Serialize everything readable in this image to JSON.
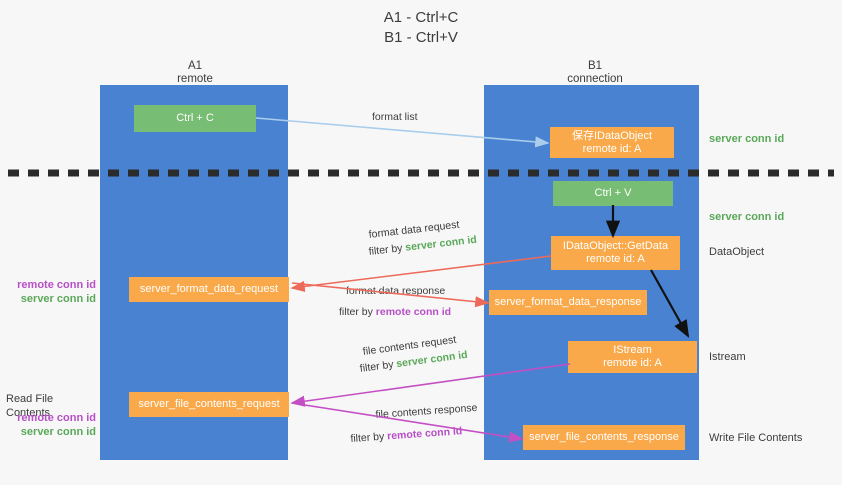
{
  "title": {
    "line1": "A1 - Ctrl+C",
    "line2": "B1 - Ctrl+V"
  },
  "lanes": [
    {
      "id": "a1",
      "name": "A1",
      "role": "remote"
    },
    {
      "id": "b1",
      "name": "B1",
      "role": "connection"
    }
  ],
  "colors": {
    "lane": "#4a82d2",
    "box_orange": "#f9a94a",
    "box_green": "#77bd73",
    "green_text": "#5aa85a",
    "purple_text": "#b84fc8",
    "arrow_blue": "#a9cdeb",
    "arrow_red": "#ed6a5a",
    "arrow_magenta": "#c44fc4",
    "arrow_black": "#000000",
    "divider": "#2b2b2b",
    "background": "#f7f7f7"
  },
  "boxes": {
    "ctrl_c": {
      "label": "Ctrl + C",
      "kind": "green"
    },
    "save_idataobject": {
      "line1": "保存IDataObject",
      "line2": "remote id: A",
      "kind": "orange"
    },
    "ctrl_v": {
      "label": "Ctrl + V",
      "kind": "green"
    },
    "getdata": {
      "line1": "IDataObject::GetData",
      "line2": "remote id: A",
      "kind": "orange"
    },
    "server_format_data_request": {
      "label": "server_format_data_request",
      "kind": "orange"
    },
    "server_format_data_response": {
      "label": "server_format_data_response",
      "kind": "orange"
    },
    "istream": {
      "line1": "IStream",
      "line2": "remote id: A",
      "kind": "orange"
    },
    "server_file_contents_request": {
      "label": "server_file_contents_request",
      "kind": "orange"
    },
    "server_file_contents_response": {
      "label": "server_file_contents_response",
      "kind": "orange"
    }
  },
  "arrow_labels": {
    "format_list": {
      "text": "format list"
    },
    "format_data_request": {
      "text": "format data request",
      "filter_prefix": "filter by ",
      "filter_value": "server conn id",
      "filter_color": "green"
    },
    "format_data_response": {
      "text": "format data response",
      "filter_prefix": "filter by ",
      "filter_value": "remote conn id",
      "filter_color": "purple"
    },
    "file_contents_request": {
      "text": "file contents request",
      "filter_prefix": "filter by ",
      "filter_value": "server conn id",
      "filter_color": "green"
    },
    "file_contents_response": {
      "text": "file contents response",
      "filter_prefix": "filter by ",
      "filter_value": "remote conn id",
      "filter_color": "purple"
    }
  },
  "right_annotations": [
    {
      "id": "server-conn-id-top",
      "text": "server conn id",
      "style": "green"
    },
    {
      "id": "server-conn-id-mid",
      "text": "server conn id",
      "style": "green"
    },
    {
      "id": "dataobject",
      "text": "DataObject",
      "style": "dark"
    },
    {
      "id": "istream",
      "text": "Istream",
      "style": "dark"
    },
    {
      "id": "write-file-contents",
      "text": "Write File Contents",
      "style": "dark"
    }
  ],
  "left_annotations": {
    "group1": [
      {
        "id": "remote-conn-id-1",
        "text": "remote conn id",
        "style": "purple"
      },
      {
        "id": "server-conn-id-1",
        "text": "server conn id",
        "style": "green"
      }
    ],
    "read_file_contents": {
      "text": "Read File Contents",
      "style": "dark"
    },
    "group2": [
      {
        "id": "remote-conn-id-2",
        "text": "remote conn id",
        "style": "purple"
      },
      {
        "id": "server-conn-id-2",
        "text": "server conn id",
        "style": "green"
      }
    ]
  }
}
